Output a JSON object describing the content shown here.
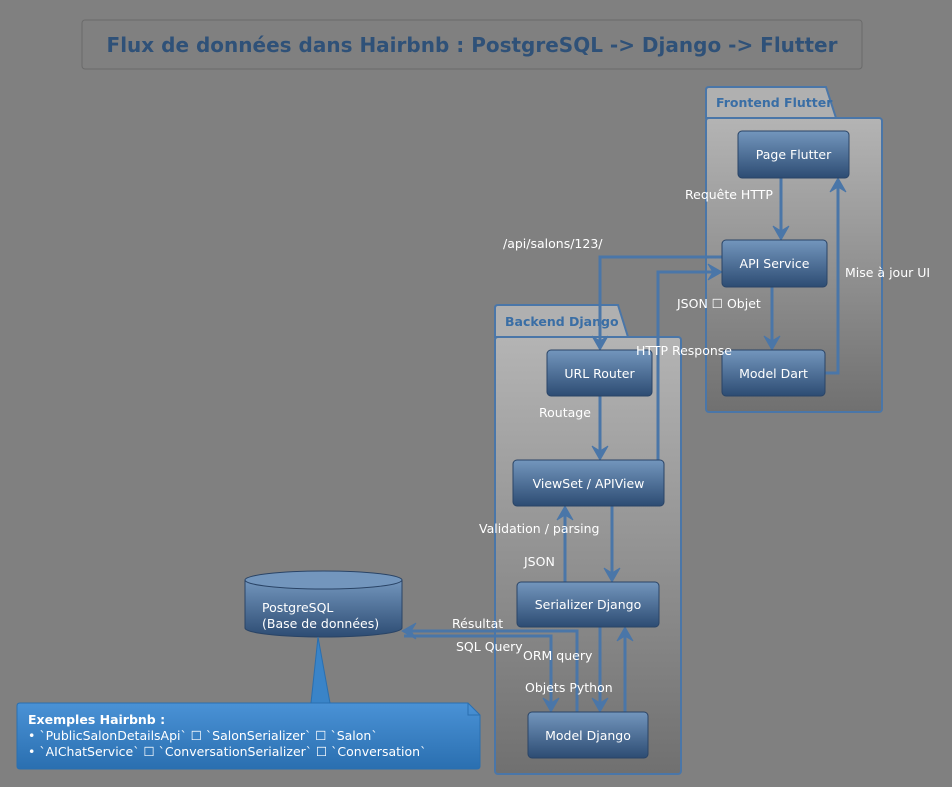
{
  "title": "Flux de données dans Hairbnb : PostgreSQL -> Django -> Flutter",
  "packages": {
    "frontend": "Frontend Flutter",
    "backend": "Backend Django"
  },
  "nodes": {
    "page_flutter": "Page Flutter",
    "api_service": "API Service",
    "model_dart": "Model Dart",
    "url_router": "URL Router",
    "viewset": "ViewSet / APIView",
    "serializer": "Serializer Django",
    "model_django": "Model Django",
    "db_line1": "PostgreSQL",
    "db_line2": "(Base de données)"
  },
  "edges": {
    "requete_http": "Requête HTTP",
    "api_url": "/api/salons/123/",
    "http_response": "HTTP Response",
    "json_objet": "JSON ☐ Objet",
    "mise_a_jour": "Mise à jour UI",
    "routage": "Routage",
    "validation": "Validation / parsing",
    "json": "JSON",
    "orm_query": "ORM query",
    "objets_python": "Objets Python",
    "sql_query": "SQL Query",
    "resultat": "Résultat"
  },
  "note": {
    "title": "Exemples Hairbnb :",
    "lines": [
      "• `PublicSalonDetailsApi` ☐ `SalonSerializer` ☐ `Salon`",
      "• `AIChatService` ☐ `ConversationSerializer` ☐ `Conversation`"
    ]
  },
  "colors": {
    "background": "#808080",
    "title": "#2f5178",
    "edge": "#4a76a8",
    "node_top": "#6f92b9",
    "node_bottom": "#2f4f76",
    "note": "#3a84c8"
  }
}
